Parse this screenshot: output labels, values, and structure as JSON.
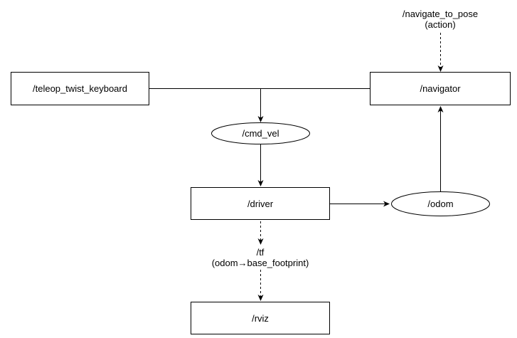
{
  "nodes": {
    "teleop": "/teleop_twist_keyboard",
    "navigator": "/navigator",
    "cmd_vel": "/cmd_vel",
    "driver": "/driver",
    "odom": "/odom",
    "rviz": "/rviz"
  },
  "annotations": {
    "action_name": "/navigate_to_pose",
    "action_type": "(action)",
    "tf_name": "/tf",
    "tf_frames": "(odom→base_footprint)"
  },
  "colors": {
    "stroke": "#000000",
    "fill": "#ffffff",
    "text": "#000000"
  }
}
